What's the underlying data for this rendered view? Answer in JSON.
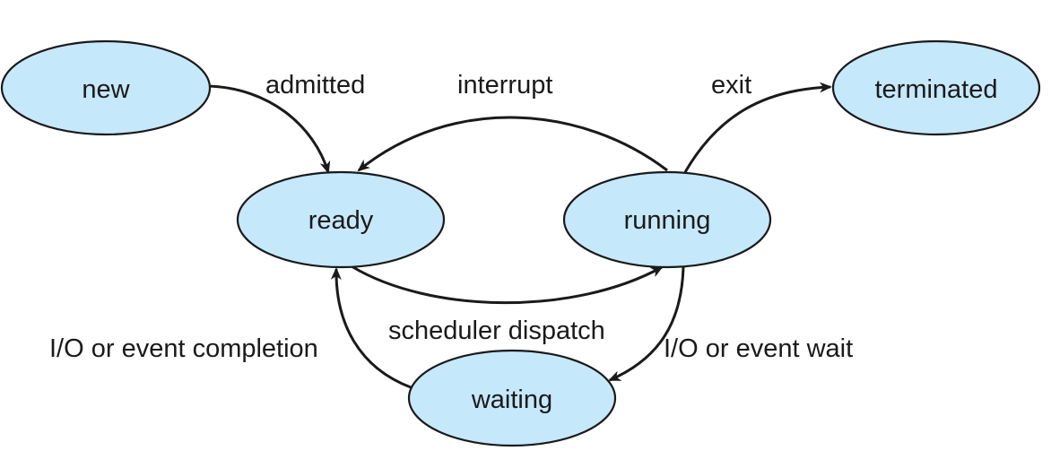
{
  "diagram": {
    "states": {
      "new": "new",
      "ready": "ready",
      "running": "running",
      "terminated": "terminated",
      "waiting": "waiting"
    },
    "transitions": {
      "admitted": "admitted",
      "interrupt": "interrupt",
      "exit": "exit",
      "scheduler_dispatch": "scheduler dispatch",
      "io_event_completion": "I/O or event completion",
      "io_event_wait": "I/O or event wait"
    },
    "colors": {
      "state_fill": "#c6e8fb",
      "stroke": "#1a1a1a"
    }
  }
}
